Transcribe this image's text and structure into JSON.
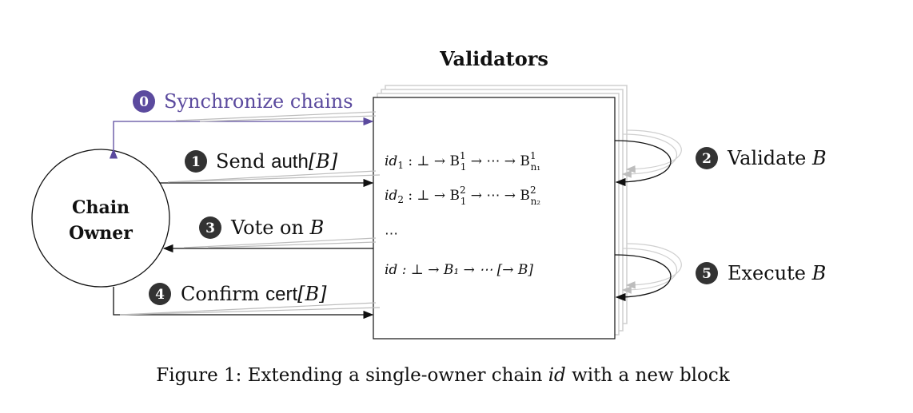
{
  "validators_title": "Validators",
  "chain_owner": {
    "line1": "Chain",
    "line2": "Owner"
  },
  "steps": {
    "s0": {
      "num": "0",
      "label": "Synchronize chains",
      "color": "#5b4a9e"
    },
    "s1": {
      "num": "1",
      "pre": "Send ",
      "code": "auth",
      "post": "[B]"
    },
    "s2": {
      "num": "2",
      "pre": "Validate ",
      "var": "B"
    },
    "s3": {
      "num": "3",
      "pre": "Vote on ",
      "var": "B"
    },
    "s4": {
      "num": "4",
      "pre": "Confirm ",
      "code": "cert",
      "post": "[B]"
    },
    "s5": {
      "num": "5",
      "pre": "Execute ",
      "var": "B"
    }
  },
  "chains": {
    "row1": {
      "id": "id",
      "sub": "1",
      "body": " : ⊥ → B",
      "sup1": "1",
      "sub1": "1",
      "mid": " → ⋯ → B",
      "sup2": "1",
      "sub2": "n₁"
    },
    "row2": {
      "id": "id",
      "sub": "2",
      "body": " : ⊥ → B",
      "sup1": "2",
      "sub1": "1",
      "mid": " → ⋯ → B",
      "sup2": "2",
      "sub2": "n₂"
    },
    "dots": "⋯",
    "row3": {
      "text": "id : ⊥ → B₁ → ⋯ [→ B]"
    }
  },
  "caption": {
    "prefix": "Figure 1: Extending a single-owner chain ",
    "var": "id",
    "suffix": " with a new block"
  },
  "colors": {
    "purple": "#5b4a9e",
    "badge": "#333333",
    "gray": "#bdbdbd"
  }
}
